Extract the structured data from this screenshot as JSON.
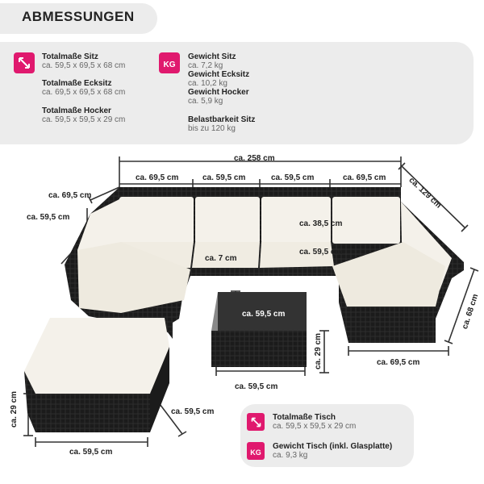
{
  "header": {
    "title": "ABMESSUNGEN"
  },
  "specs": {
    "seat_total_label": "Totalmaße Sitz",
    "seat_total_value": "ca. 59,5 x 69,5 x 68 cm",
    "corner_total_label": "Totalmaße Ecksitz",
    "corner_total_value": "ca. 69,5 x 69,5 x 68 cm",
    "stool_total_label": "Totalmaße Hocker",
    "stool_total_value": "ca. 59,5 x 59,5 x 29 cm",
    "weight_seat_label": "Gewicht Sitz",
    "weight_seat_value": "ca. 7,2 kg",
    "weight_corner_label": "Gewicht Ecksitz",
    "weight_corner_value": "ca. 10,2 kg",
    "weight_stool_label": "Gewicht Hocker",
    "weight_stool_value": "ca. 5,9 kg",
    "load_label": "Belastbarkeit Sitz",
    "load_value": "bis zu 120 kg",
    "kg_badge": "KG"
  },
  "dimensions": {
    "total_width": "ca. 258 cm",
    "seg1": "ca. 69,5 cm",
    "seg2": "ca. 59,5 cm",
    "seg3": "ca. 59,5 cm",
    "seg4": "ca. 69,5 cm",
    "right_depth": "ca. 129 cm",
    "left_top": "ca. 69,5 cm",
    "left_mid": "ca. 59,5 cm",
    "back_height": "ca. 38,5 cm",
    "seat_depth": "ca. 59,5 cm",
    "gap": "ca. 7 cm",
    "table_diag": "ca. 59,5 cm",
    "table_height": "ca. 29 cm",
    "table_width": "ca. 59,5 cm",
    "sofa_height": "ca. 68 cm",
    "corner_width": "ca. 69,5 cm",
    "stool_height": "ca. 29 cm",
    "stool_depth": "ca. 59,5 cm",
    "stool_width": "ca. 59,5 cm"
  },
  "table_specs": {
    "total_label": "Totalmaße Tisch",
    "total_value": "ca. 59,5 x 59,5 x 29 cm",
    "weight_label": "Gewicht Tisch (inkl. Glasplatte)",
    "weight_value": "ca. 9,3 kg",
    "kg_badge": "KG"
  },
  "colors": {
    "accent": "#e0196e",
    "rattan": "#1a1a1a",
    "cushion": "#f4f1ea"
  }
}
